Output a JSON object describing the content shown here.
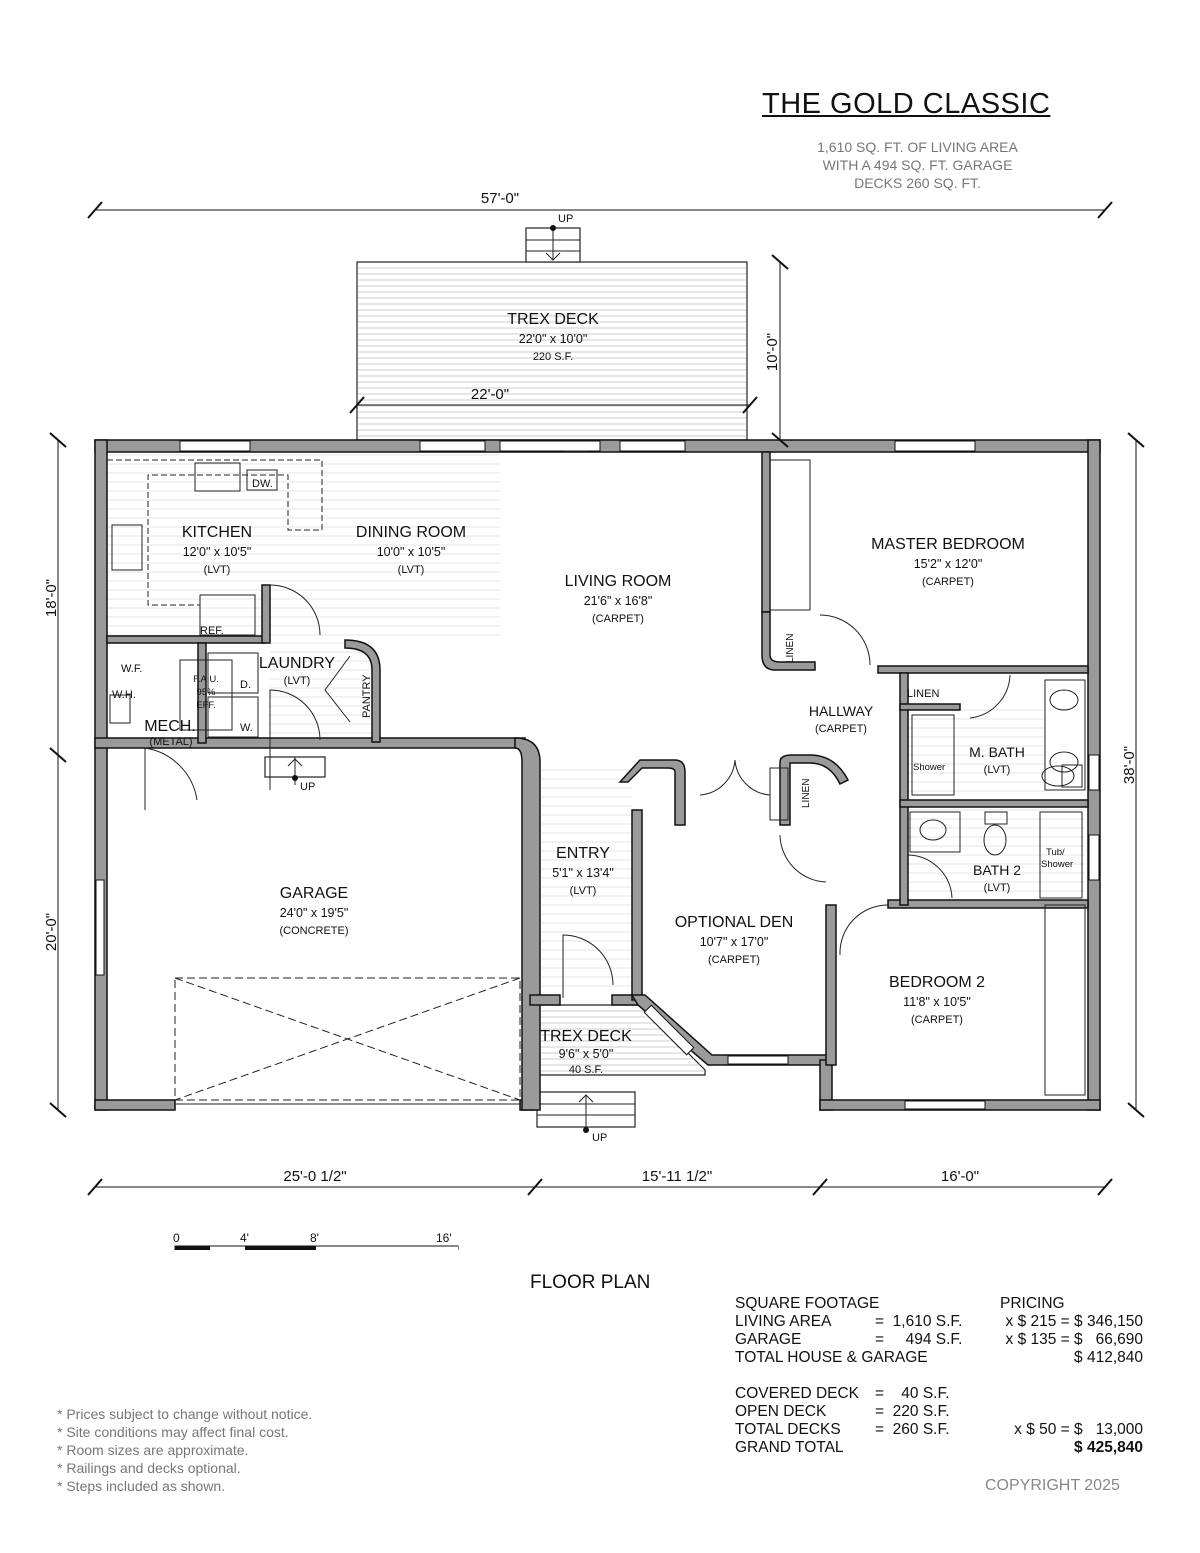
{
  "title": "THE GOLD CLASSIC",
  "subtitle": [
    "1,610 SQ. FT. OF LIVING AREA",
    "WITH A 494 SQ. FT. GARAGE",
    "DECKS 260 SQ. FT."
  ],
  "plan_label": "FLOOR PLAN",
  "rooms": {
    "trex_deck_rear": {
      "name": "TREX DECK",
      "size": "22'0\" x 10'0\"",
      "area": "220 S.F."
    },
    "kitchen": {
      "name": "KITCHEN",
      "size": "12'0\" x 10'5\"",
      "floor": "(LVT)"
    },
    "dining": {
      "name": "DINING ROOM",
      "size": "10'0\" x 10'5\"",
      "floor": "(LVT)"
    },
    "living": {
      "name": "LIVING ROOM",
      "size": "21'6\" x 16'8\"",
      "floor": "(CARPET)"
    },
    "master": {
      "name": "MASTER BEDROOM",
      "size": "15'2\" x 12'0\"",
      "floor": "(CARPET)"
    },
    "laundry": {
      "name": "LAUNDRY",
      "floor": "(LVT)"
    },
    "mech": {
      "name": "MECH.",
      "floor": "(METAL)"
    },
    "hallway": {
      "name": "HALLWAY",
      "floor": "(CARPET)"
    },
    "mbath": {
      "name": "M. BATH",
      "floor": "(LVT)"
    },
    "bath2": {
      "name": "BATH 2",
      "floor": "(LVT)"
    },
    "garage": {
      "name": "GARAGE",
      "size": "24'0\" x 19'5\"",
      "floor": "(CONCRETE)"
    },
    "entry": {
      "name": "ENTRY",
      "size": "5'1\" x 13'4\"",
      "floor": "(LVT)"
    },
    "den": {
      "name": "OPTIONAL DEN",
      "size": "10'7\" x 17'0\"",
      "floor": "(CARPET)"
    },
    "bedroom2": {
      "name": "BEDROOM 2",
      "size": "11'8\" x 10'5\"",
      "floor": "(CARPET)"
    },
    "trex_deck_front": {
      "name": "TREX DECK",
      "size": "9'6\" x 5'0\"",
      "area": "40 S.F."
    }
  },
  "fixtures": {
    "dw": "DW.",
    "ref": "REF.",
    "wf": "W.F.",
    "wh": "W.H.",
    "fau": [
      "F.A.U.",
      "95%",
      "EFF."
    ],
    "dryer": "D.",
    "washer": "W.",
    "pantry": "PANTRY",
    "linen": "LINEN",
    "shower": "Shower",
    "tub": [
      "Tub/",
      "Shower"
    ],
    "up": "UP"
  },
  "dimensions": {
    "overall_width": "57'-0\"",
    "deck_width": "22'-0\"",
    "deck_depth": "10'-0\"",
    "left_upper": "18'-0\"",
    "left_lower": "20'-0\"",
    "right": "38'-0\"",
    "bottom": [
      "25'-0 1/2\"",
      "15'-11 1/2\"",
      "16'-0\""
    ]
  },
  "scale_bar": [
    "0",
    "4'",
    "8'",
    "16'"
  ],
  "pricing": {
    "headers": [
      "SQUARE FOOTAGE",
      "PRICING"
    ],
    "rows": [
      {
        "label": "LIVING AREA",
        "eq": "=  1,610 S.F.",
        "price": "x $ 215 = $ 346,150"
      },
      {
        "label": "GARAGE",
        "eq": "=     494 S.F.",
        "price": "x $ 135 = $   66,690"
      },
      {
        "label": "TOTAL HOUSE & GARAGE",
        "eq": "",
        "price": "$ 412,840"
      },
      {
        "label": "COVERED DECK",
        "eq": "=    40 S.F.",
        "price": ""
      },
      {
        "label": "OPEN DECK",
        "eq": "=  220 S.F.",
        "price": ""
      },
      {
        "label": "TOTAL DECKS",
        "eq": "=  260 S.F.",
        "price": "x $ 50 = $   13,000"
      },
      {
        "label": "GRAND TOTAL",
        "eq": "",
        "price": "$ 425,840"
      }
    ]
  },
  "notes": [
    "* Prices subject to change without notice.",
    "* Site conditions may affect final cost.",
    "* Room sizes are approximate.",
    "* Railings and decks optional.",
    "* Steps included as shown."
  ],
  "copyright": "COPYRIGHT 2025"
}
